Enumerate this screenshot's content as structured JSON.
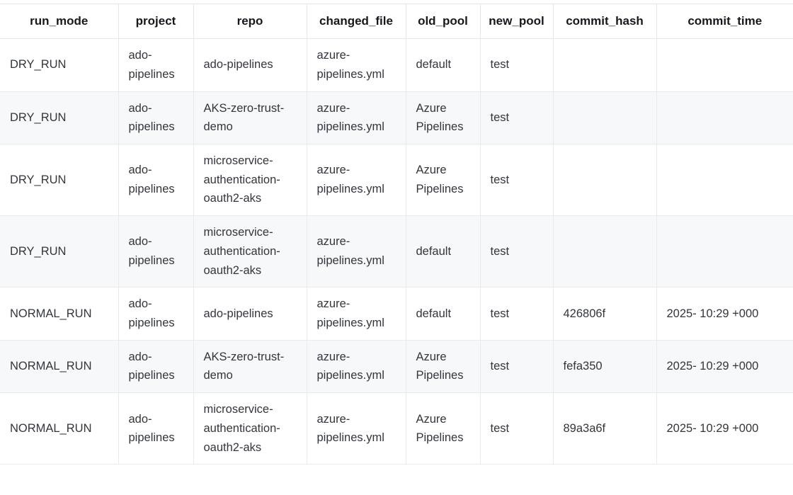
{
  "table": {
    "columns": [
      {
        "key": "run_mode",
        "label": "run_mode"
      },
      {
        "key": "project",
        "label": "project"
      },
      {
        "key": "repo",
        "label": "repo"
      },
      {
        "key": "changed_file",
        "label": "changed_file"
      },
      {
        "key": "old_pool",
        "label": "old_pool"
      },
      {
        "key": "new_pool",
        "label": "new_pool"
      },
      {
        "key": "commit_hash",
        "label": "commit_hash"
      },
      {
        "key": "commit_time",
        "label": "commit_time"
      }
    ],
    "rows": [
      {
        "run_mode": "DRY_RUN",
        "project": "ado-pipelines",
        "repo": "ado-pipelines",
        "changed_file": "azure-pipelines.yml",
        "old_pool": "default",
        "new_pool": "test",
        "commit_hash": "",
        "commit_time": ""
      },
      {
        "run_mode": "DRY_RUN",
        "project": "ado-pipelines",
        "repo": "AKS-zero-trust-demo",
        "changed_file": "azure-pipelines.yml",
        "old_pool": "Azure Pipelines",
        "new_pool": "test",
        "commit_hash": "",
        "commit_time": ""
      },
      {
        "run_mode": "DRY_RUN",
        "project": "ado-pipelines",
        "repo": "microservice-authentication-oauth2-aks",
        "changed_file": "azure-pipelines.yml",
        "old_pool": "Azure Pipelines",
        "new_pool": "test",
        "commit_hash": "",
        "commit_time": ""
      },
      {
        "run_mode": "DRY_RUN",
        "project": "ado-pipelines",
        "repo": "microservice-authentication-oauth2-aks",
        "changed_file": "azure-pipelines.yml",
        "old_pool": "default",
        "new_pool": "test",
        "commit_hash": "",
        "commit_time": ""
      },
      {
        "run_mode": "NORMAL_RUN",
        "project": "ado-pipelines",
        "repo": "ado-pipelines",
        "changed_file": "azure-pipelines.yml",
        "old_pool": "default",
        "new_pool": "test",
        "commit_hash": "426806f",
        "commit_time": "2025- 10:29 +000"
      },
      {
        "run_mode": "NORMAL_RUN",
        "project": "ado-pipelines",
        "repo": "AKS-zero-trust-demo",
        "changed_file": "azure-pipelines.yml",
        "old_pool": "Azure Pipelines",
        "new_pool": "test",
        "commit_hash": "fefa350",
        "commit_time": "2025- 10:29 +000"
      },
      {
        "run_mode": "NORMAL_RUN",
        "project": "ado-pipelines",
        "repo": "microservice-authentication-oauth2-aks",
        "changed_file": "azure-pipelines.yml",
        "old_pool": "Azure Pipelines",
        "new_pool": "test",
        "commit_hash": "89a3a6f",
        "commit_time": "2025- 10:29 +000"
      }
    ]
  },
  "style": {
    "header_text_color": "#16181d",
    "body_text_color": "#32363c",
    "stripe_color": "#f6f8fa",
    "row_color": "#ffffff",
    "border_color": "#e3e6ea"
  }
}
